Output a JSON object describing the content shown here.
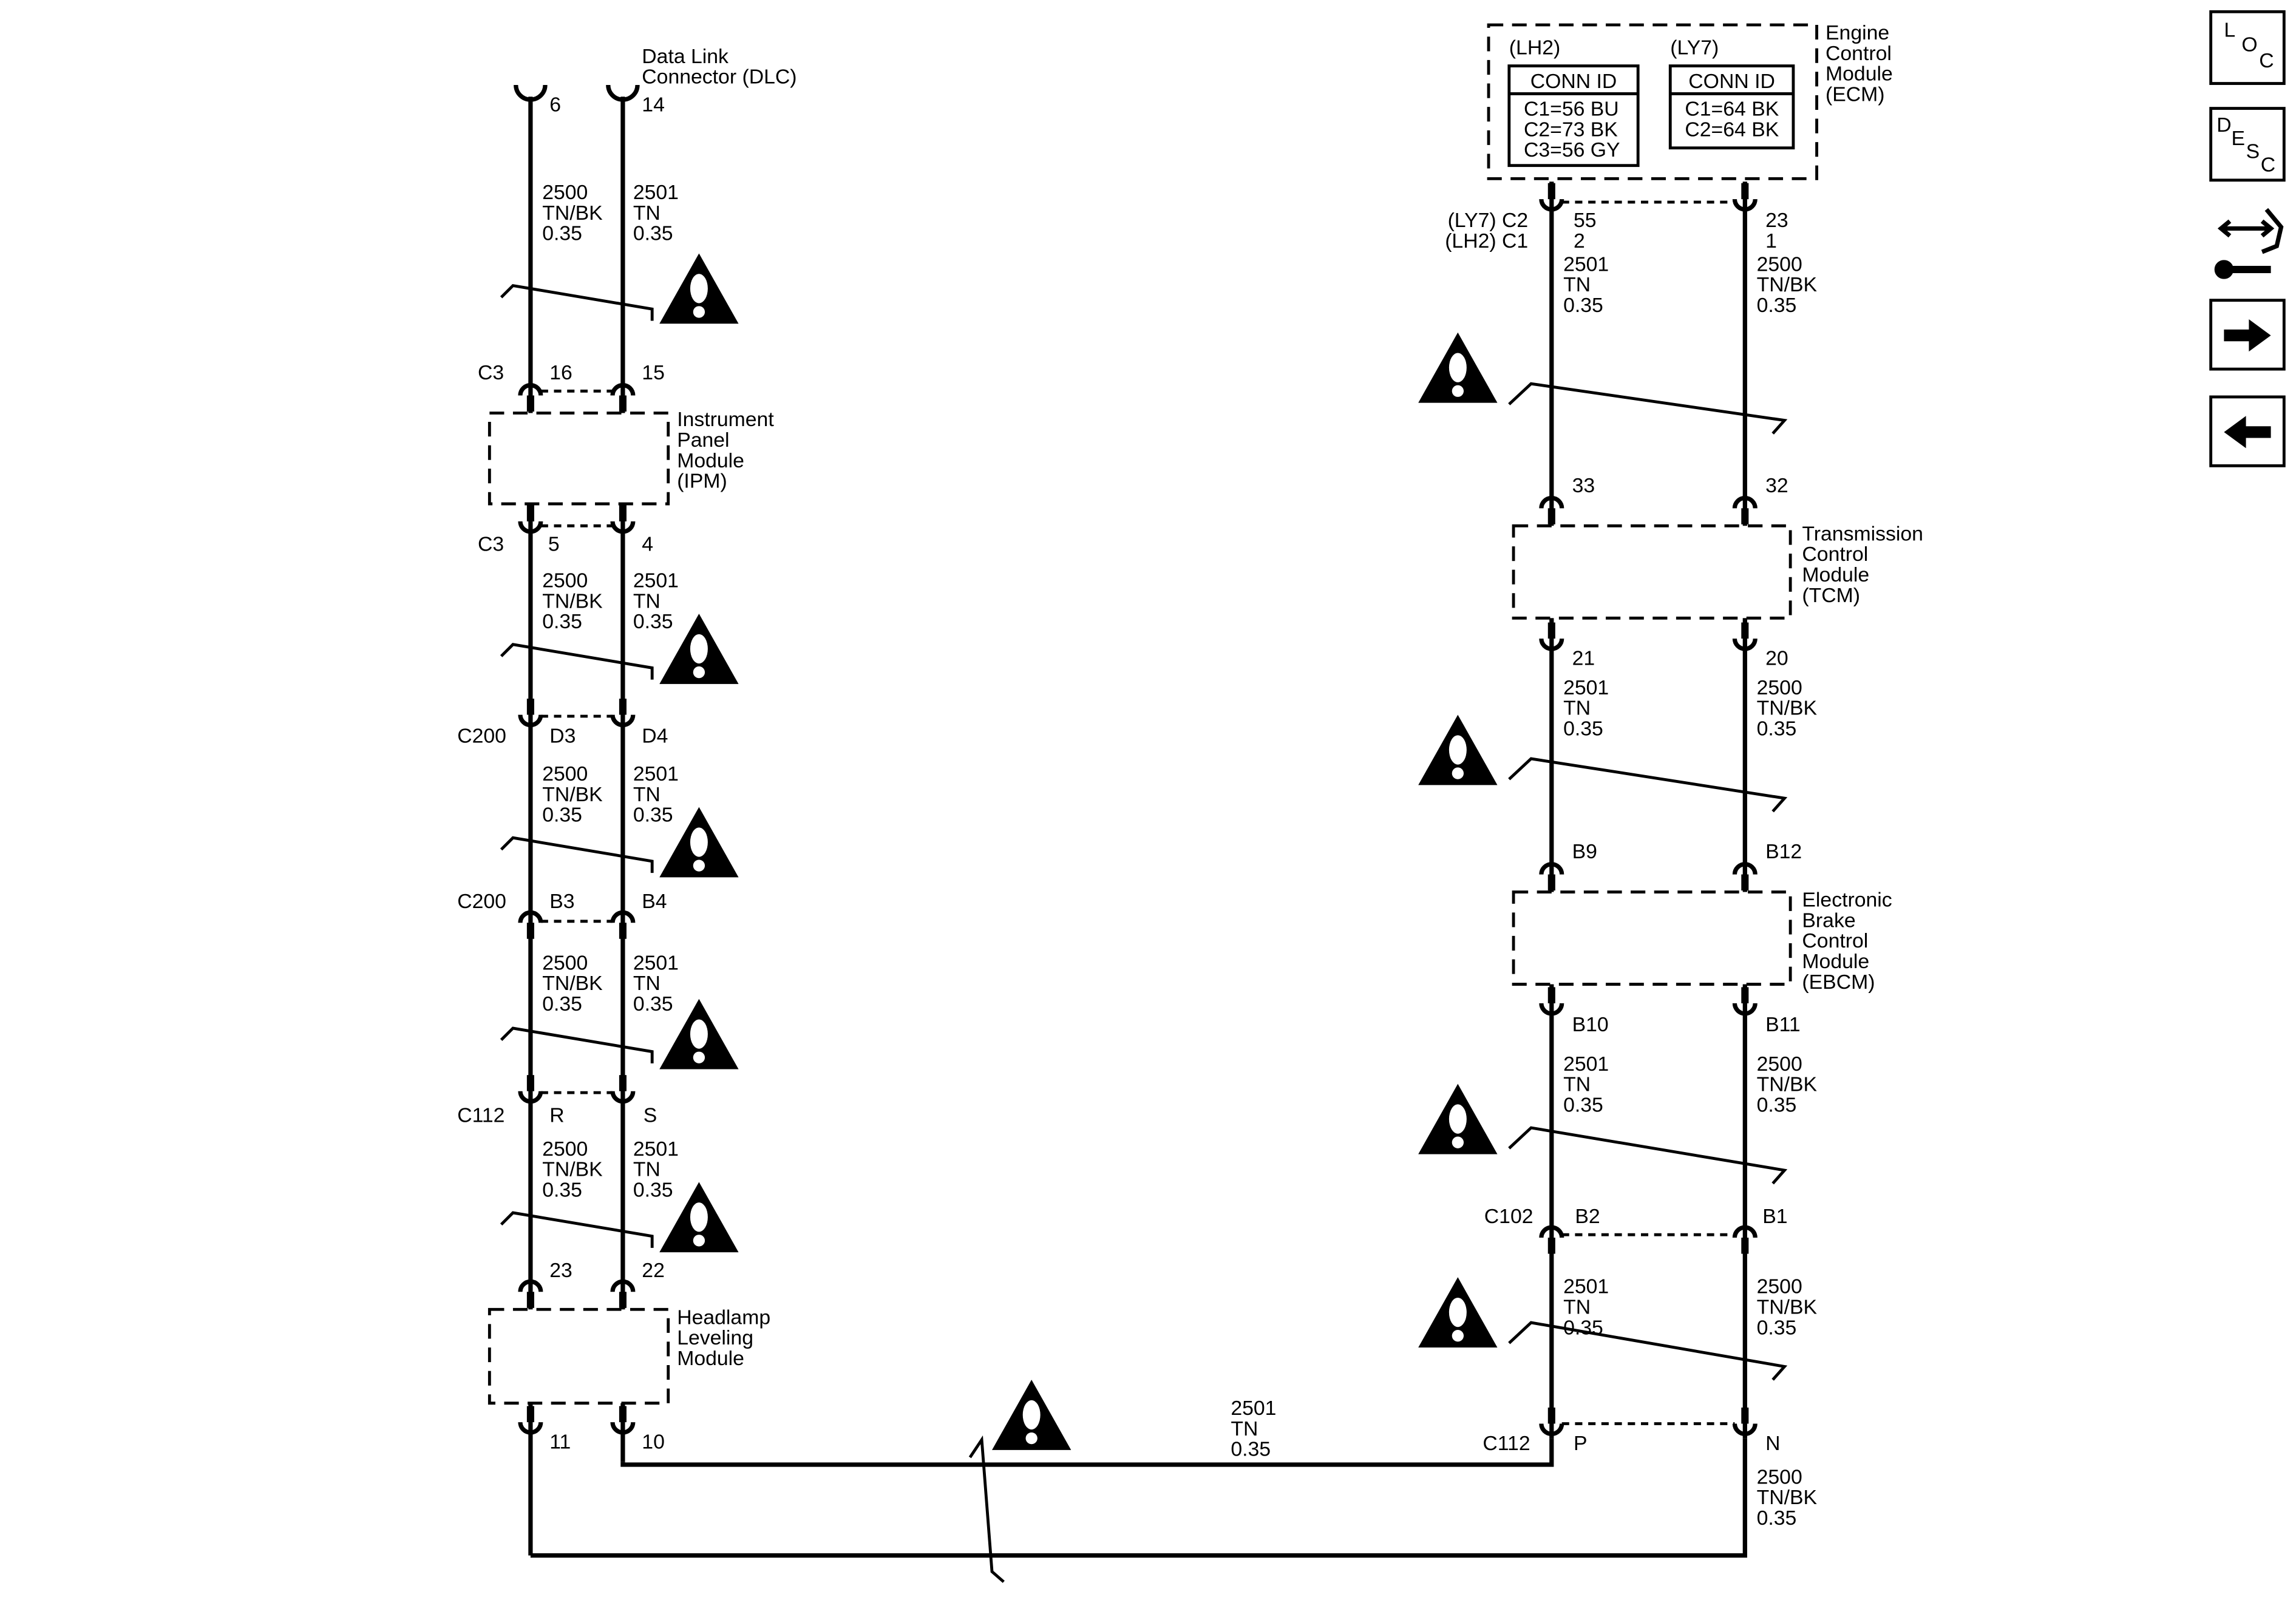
{
  "colors": {
    "ink": "#000000",
    "paper": "#ffffff"
  },
  "nav": [
    {
      "name": "loc-button",
      "icon": "loc-icon",
      "l1": "L",
      "l2": "O",
      "l3": "C"
    },
    {
      "name": "desc-button",
      "icon": "desc-icon",
      "l1": "D",
      "l2": "E",
      "l3": "S",
      "l4": "C"
    },
    {
      "name": "connector-repair-button",
      "icon": "connector-wrench-icon"
    },
    {
      "name": "next-button",
      "icon": "arrow-right-icon"
    },
    {
      "name": "previous-button",
      "icon": "arrow-left-icon"
    }
  ],
  "modules": {
    "dlc": {
      "l1": "Data Link",
      "l2": "Connector (DLC)"
    },
    "ipm": {
      "l1": "Instrument",
      "l2": "Panel",
      "l3": "Module",
      "l4": "(IPM)"
    },
    "hlm": {
      "l1": "Headlamp",
      "l2": "Leveling",
      "l3": "Module"
    },
    "ecm": {
      "l1": "Engine",
      "l2": "Control",
      "l3": "Module",
      "l4": "(ECM)"
    },
    "tcm": {
      "l1": "Transmission",
      "l2": "Control",
      "l3": "Module",
      "l4": "(TCM)"
    },
    "ebcm": {
      "l1": "Electronic",
      "l2": "Brake",
      "l3": "Control",
      "l4": "Module",
      "l5": "(EBCM)"
    }
  },
  "ecm_tables": {
    "lh2": {
      "variant": "(LH2)",
      "header": "CONN ID",
      "rows": [
        "C1=56 BU",
        "C2=73 BK",
        "C3=56 GY"
      ]
    },
    "ly7": {
      "variant": "(LY7)",
      "header": "CONN ID",
      "rows": [
        "C1=64 BK",
        "C2=64 BK"
      ]
    }
  },
  "connectors": {
    "dlc_pins": {
      "left": "6",
      "right": "14"
    },
    "ipm_in": {
      "id": "C3",
      "left": "16",
      "right": "15"
    },
    "ipm_out": {
      "id": "C3",
      "left": "5",
      "right": "4"
    },
    "c200_d": {
      "id": "C200",
      "left": "D3",
      "right": "D4"
    },
    "c200_b": {
      "id": "C200",
      "left": "B3",
      "right": "B4"
    },
    "c112_l": {
      "id": "C112",
      "left": "R",
      "right": "S"
    },
    "hlm_in": {
      "left": "23",
      "right": "22"
    },
    "hlm_out": {
      "left": "11",
      "right": "10"
    },
    "ecm_pins": {
      "ly7": "(LY7) C2",
      "lh2": "(LH2) C1",
      "left1": "55",
      "left2": "2",
      "right1": "23",
      "right2": "1"
    },
    "tcm_in": {
      "left": "33",
      "right": "32"
    },
    "tcm_out": {
      "left": "21",
      "right": "20"
    },
    "ebcm_in": {
      "left": "B9",
      "right": "B12"
    },
    "ebcm_out": {
      "left": "B10",
      "right": "B11"
    },
    "c102": {
      "id": "C102",
      "left": "B2",
      "right": "B1"
    },
    "c112_r": {
      "id": "C112",
      "left": "P",
      "right": "N"
    }
  },
  "wires": {
    "w2500": {
      "circuit": "2500",
      "color": "TN/BK",
      "size": "0.35"
    },
    "w2501": {
      "circuit": "2501",
      "color": "TN",
      "size": "0.35"
    }
  }
}
